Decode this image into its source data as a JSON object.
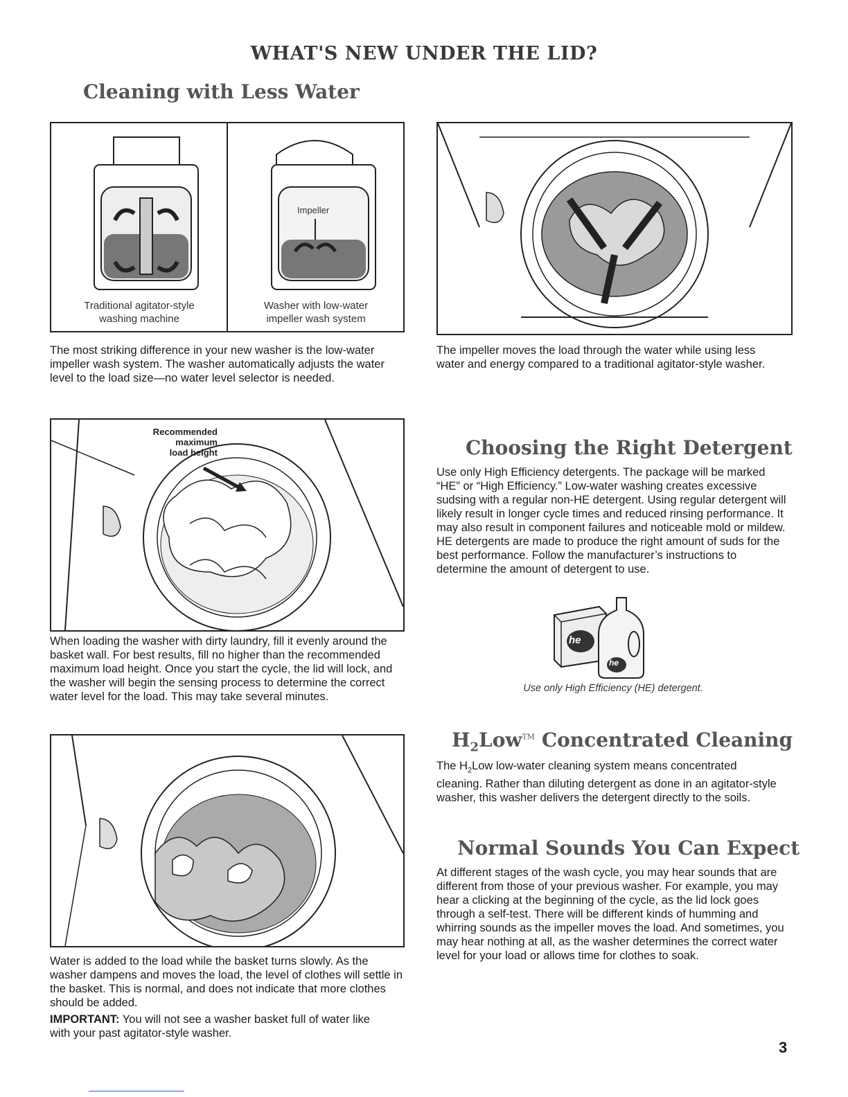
{
  "page": {
    "main_title": "WHAT'S NEW UNDER THE LID?",
    "page_number": "3"
  },
  "sections": {
    "less_water": {
      "heading": "Cleaning with Less Water",
      "fig_left_caption_1": "Traditional agitator-style",
      "fig_left_caption_2": "washing machine",
      "fig_right_caption_1": "Washer with low-water",
      "fig_right_caption_2": "impeller wash system",
      "impeller_label": "Impeller",
      "para_left": "The most striking difference in your new washer is the low-water impeller wash system. The washer automatically adjusts the water level to the load size—no water level selector is needed.",
      "para_right": "The impeller moves the load through the water while using less water and energy compared to a traditional agitator-style washer."
    },
    "loading": {
      "label_1": "Recommended",
      "label_2": "maximum",
      "label_3": "load height",
      "para": "When loading the washer with dirty laundry, fill it evenly around the basket wall. For best results, fill no higher than the recommended maximum load height. Once you start the cycle, the lid will lock, and the washer will begin the sensing process to determine the correct water level for the load. This may take several minutes."
    },
    "water_added": {
      "para": "Water is added to the load while the basket turns slowly. As the washer dampens and moves the load, the level of clothes will settle in the basket. This is normal, and does not indicate that more clothes should be added.",
      "important_label": "IMPORTANT:",
      "important_text": " You will not see a washer basket full of water like with your past agitator-style washer."
    },
    "detergent": {
      "heading": "Choosing the Right Detergent",
      "para": "Use only High Efficiency detergents. The package will be marked “HE” or “High Efficiency.” Low-water washing creates excessive sudsing with a regular non-HE detergent. Using regular detergent will likely result in longer cycle times and reduced rinsing performance. It may also result in component failures and noticeable mold or mildew. HE detergents are made to produce the right amount of suds for the best performance. Follow the manufacturer’s instructions to determine the amount of detergent to use.",
      "logo_text": "he",
      "caption": "Use only High Efficiency (HE) detergent."
    },
    "h2low": {
      "heading_h": "H",
      "heading_sub": "2",
      "heading_low": "Low",
      "heading_tm": "TM",
      "heading_rest": " Concentrated Cleaning",
      "para_pre": "The H",
      "para_sub": "2",
      "para_post": "Low low-water cleaning system means concentrated cleaning. Rather than diluting detergent as done in an agitator-style washer, this washer delivers the detergent directly to the soils."
    },
    "sounds": {
      "heading": "Normal Sounds You Can Expect",
      "para": "At different stages of the wash cycle, you may hear sounds that are different from those of your previous washer. For example, you may hear a clicking at the beginning of the cycle, as the lid lock goes through a self-test. There will be different kinds of humming and whirring sounds as the impeller moves the load. And sometimes, you may hear nothing at all, as the washer determines the correct water level for your load or allows time for clothes to soak."
    }
  }
}
